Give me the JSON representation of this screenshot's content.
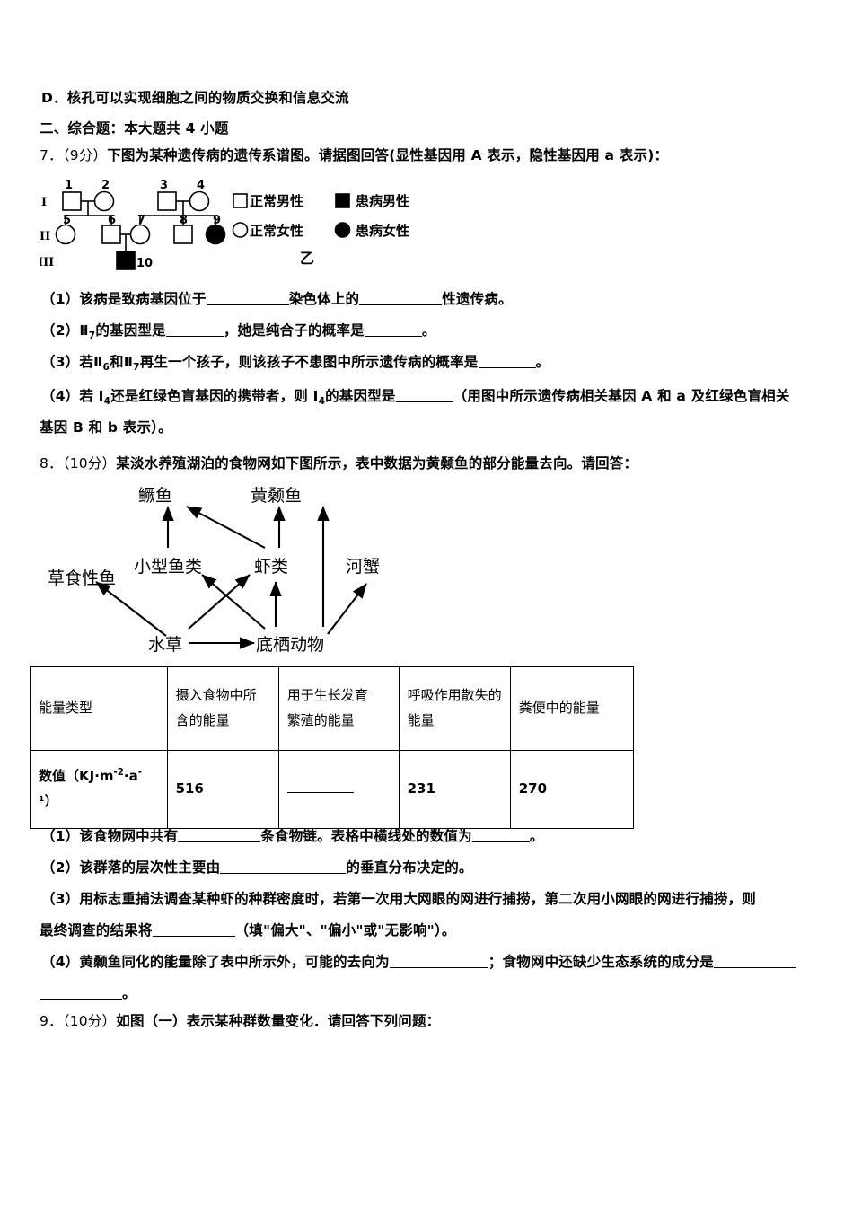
{
  "document": {
    "option_d": "D．核孔可以实现细胞之间的物质交换和信息交流",
    "section_heading": "二、综合题：本大题共 4 小题"
  },
  "q7": {
    "number": "7．",
    "marks": "（9分）",
    "stem": "下图为某种遗传病的遗传系谱图。请据图回答(显性基因用 A 表示，隐性基因用 a 表示)：",
    "figure_caption": "乙",
    "generations": [
      "I",
      "II",
      "III"
    ],
    "legend": [
      {
        "symbol": "open-square",
        "label": "正常男性"
      },
      {
        "symbol": "filled-square",
        "label": "患病男性"
      },
      {
        "symbol": "open-circle",
        "label": "正常女性"
      },
      {
        "symbol": "filled-circle",
        "label": "患病女性"
      }
    ],
    "individuals": [
      {
        "id": "1",
        "generation": "I",
        "sex": "male",
        "affected": false
      },
      {
        "id": "2",
        "generation": "I",
        "sex": "female",
        "affected": false
      },
      {
        "id": "3",
        "generation": "I",
        "sex": "male",
        "affected": false
      },
      {
        "id": "4",
        "generation": "I",
        "sex": "female",
        "affected": false
      },
      {
        "id": "5",
        "generation": "II",
        "sex": "female",
        "affected": false
      },
      {
        "id": "6",
        "generation": "II",
        "sex": "male",
        "affected": false
      },
      {
        "id": "7",
        "generation": "II",
        "sex": "female",
        "affected": false
      },
      {
        "id": "8",
        "generation": "II",
        "sex": "male",
        "affected": false
      },
      {
        "id": "9",
        "generation": "II",
        "sex": "female",
        "affected": true
      },
      {
        "id": "10",
        "generation": "III",
        "sex": "male",
        "affected": true
      }
    ],
    "sub_questions": [
      "（1）该病是致病基因位于________染色体上的________性遗传病。",
      "（2）Ⅱ₇的基因型是____，她是纯合子的概率是____。",
      "（3）若Ⅱ₆和Ⅱ₇再生一个孩子，则该孩子不患图中所示遗传病的概率是____。",
      "（4）若 I₄还是红绿色盲基因的携带者，则 I₄的基因型是____（用图中所示遗传病相关基因 A 和 a 及红绿色盲相关基因 B 和 b 表示）。"
    ],
    "q1_parts": {
      "a": "（1）该病是致病基因位于",
      "b": "染色体上的",
      "c": "性遗传病。"
    },
    "q2_parts": {
      "a": "（2）Ⅱ",
      "sub1": "7",
      "b": "的基因型是",
      "c": "，她是纯合子的概率是",
      "d": "。"
    },
    "q3_parts": {
      "a": "（3）若Ⅱ",
      "sub1": "6",
      "b": "和Ⅱ",
      "sub2": "7",
      "c": "再生一个孩子，则该孩子不患图中所示遗传病的概率是",
      "d": "。"
    },
    "q4_parts": {
      "a": "（4）若 I",
      "sub1": "4",
      "b": "还是红绿色盲基因的携带者，则 I",
      "sub2": "4",
      "c": "的基因型是",
      "d": "（用图中所示遗传病相关基因 A 和 a 及红绿色盲相关",
      "e": "基因 B 和 b 表示）。"
    }
  },
  "q8": {
    "number": "8．",
    "marks": "（10分）",
    "stem": "某淡水养殖湖泊的食物网如下图所示，表中数据为黄颡鱼的部分能量去向。请回答：",
    "food_web": {
      "nodes": [
        "鳜鱼",
        "黄颡鱼",
        "小型鱼类",
        "虾类",
        "河蟹",
        "草食性鱼",
        "水草",
        "底栖动物"
      ],
      "edges": [
        {
          "from": "小型鱼类",
          "to": "鳜鱼"
        },
        {
          "from": "虾类",
          "to": "鳜鱼"
        },
        {
          "from": "虾类",
          "to": "黄颡鱼"
        },
        {
          "from": "底栖动物",
          "to": "黄颡鱼"
        },
        {
          "from": "底栖动物",
          "to": "小型鱼类"
        },
        {
          "from": "底栖动物",
          "to": "虾类"
        },
        {
          "from": "底栖动物",
          "to": "河蟹"
        },
        {
          "from": "水草",
          "to": "草食性鱼"
        },
        {
          "from": "水草",
          "to": "虾类"
        },
        {
          "from": "水草",
          "to": "底栖动物"
        }
      ]
    },
    "table": {
      "headers": [
        "能量类型",
        "摄入食物中所含的能量",
        "用于生长发育繁殖的能量",
        "呼吸作用散失的能量",
        "粪便中的能量"
      ],
      "header_lines": [
        [
          "能量类型"
        ],
        [
          "摄入食物中所",
          "含的能量"
        ],
        [
          "用于生长发育",
          "繁殖的能量"
        ],
        [
          "呼吸作用散失的",
          "能量"
        ],
        [
          "粪便中的能量"
        ]
      ],
      "row_label": "数值（KJ·m⁻²·a⁻¹）",
      "row_label_parts": {
        "a": "数值（KJ·m",
        "sup1": "-2",
        "b": "·a",
        "sup2": "-",
        "c": "¹）"
      },
      "values": [
        "516",
        "",
        "231",
        "270"
      ],
      "blank_index": 1
    },
    "sub_questions": [
      "（1）该食物网中共有________条食物链。表格中横线处的数值为________。",
      "（2）该群落的层次性主要由____________________的垂直分布决定的。",
      "（3）用标志重捕法调查某种虾的种群密度时，若第一次用大网眼的网进行捕捞，第二次用小网眼的网进行捕捞，则最终调查的结果将________（填\"偏大\"、\"偏小\"或\"无影响\"）。",
      "（4）黄颡鱼同化的能量除了表中所示外，可能的去向为___________；食物网中还缺少生态系统的成分是______________________。"
    ],
    "q1_parts": {
      "a": "（1）该食物网中共有",
      "b": "条食物链。表格中横线处的数值为",
      "c": "。"
    },
    "q2_parts": {
      "a": "（2）该群落的层次性主要由",
      "b": "的垂直分布决定的。"
    },
    "q3_parts": {
      "a": "（3）用标志重捕法调查某种虾的种群密度时，若第一次用大网眼的网进行捕捞，第二次用小网眼的网进行捕捞，则",
      "b": "最终调查的结果将",
      "c": "（填\"偏大\"、\"偏小\"或\"无影响\"）。"
    },
    "q4_parts": {
      "a": "（4）黄颡鱼同化的能量除了表中所示外，可能的去向为",
      "b": "；食物网中还缺少生态系统的成分是",
      "c": "。"
    }
  },
  "q9": {
    "number": "9．",
    "marks": "（10分）",
    "stem": "如图（一）表示某种群数量变化．请回答下列问题："
  }
}
